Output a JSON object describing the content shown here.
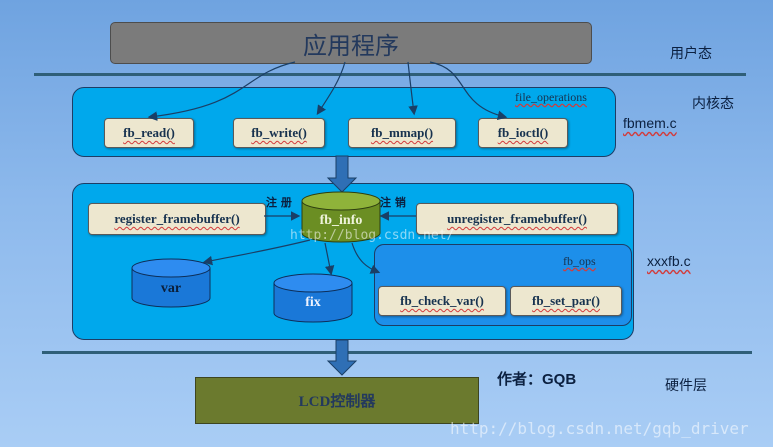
{
  "app_box": "应用程序",
  "layers": {
    "user": "用户态",
    "kernel": "内核态",
    "hardware": "硬件层"
  },
  "fbmem": {
    "group_label": "file_operations",
    "side_label": "fbmem.c",
    "functions": [
      "fb_read()",
      "fb_write()",
      "fb_mmap()",
      "fb_ioctl()"
    ]
  },
  "xxxfb": {
    "side_label": "xxxfb.c",
    "register": "register_framebuffer()",
    "unregister": "unregister_framebuffer()",
    "register_note": "注 册",
    "unregister_note": "注 销",
    "fb_info": "fb_info",
    "var": "var",
    "fix": "fix",
    "fb_ops_label": "fb_ops",
    "ops": [
      "fb_check_var()",
      "fb_set_par()"
    ]
  },
  "lcd": "LCD控制器",
  "author": "作者：GQB",
  "watermarks": {
    "center": "http://blog.csdn.net/",
    "bottom": "http://blog.csdn.net/gqb_driver"
  },
  "colors": {
    "panel": "#00a8ec",
    "panel_dark": "#1d8fea",
    "fn_box": "#ede7cf",
    "fb_info": "#6b8e23",
    "cylinder": "#1a78d8",
    "lcd": "#6b7a2e",
    "arrow": "#2f6fb5"
  }
}
